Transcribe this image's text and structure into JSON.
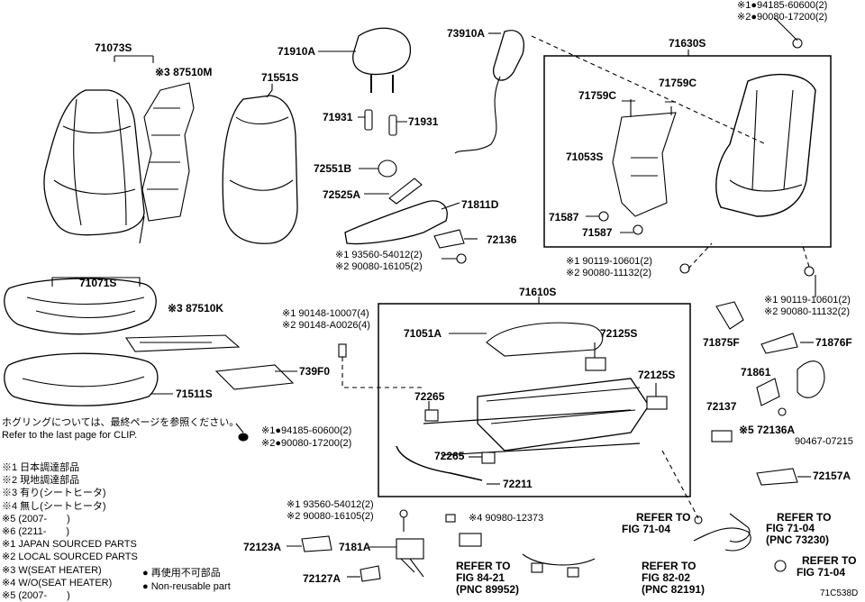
{
  "labels": {
    "p71073S": "71073S",
    "p87510M": "※3 87510M",
    "p71551S": "71551S",
    "p71910A": "71910A",
    "p73910A": "73910A",
    "p71630S": "71630S",
    "p94185top": "※1●94185-60600(2)",
    "p90080top": "※2●90080-17200(2)",
    "p71931a": "71931",
    "p71931b": "71931",
    "p71759Ca": "71759C",
    "p71759Cb": "71759C",
    "p72551B": "72551B",
    "p71053S": "71053S",
    "p72525A": "72525A",
    "p71811D": "71811D",
    "p71587a": "71587",
    "p71587b": "71587",
    "p72136": "72136",
    "p93560a": "※1 93560-54012(2)",
    "p90080a": "※2 90080-16105(2)",
    "p90119a": "※1 90119-10601(2)",
    "p290080a": "※2 90080-11132(2)",
    "p71071S": "71071S",
    "p87510K": "※3 87510K",
    "p90148a": "※1 90148-10007(4)",
    "p90148b": "※2 90148-A0026(4)",
    "p71610S": "71610S",
    "p90119b": "※1 90119-10601(2)",
    "p290080b": "※2 90080-11132(2)",
    "p71051A": "71051A",
    "p72125Sa": "72125S",
    "p71875F": "71875F",
    "p71876F": "71876F",
    "p739F0": "739F0",
    "p71511S": "71511S",
    "p72125Sb": "72125S",
    "p72265a": "72265",
    "p71861": "71861",
    "p72137": "72137",
    "p72136A": "※5 72136A",
    "p90467": "90467-07215",
    "p94185b": "※1●94185-60600(2)",
    "p90080b": "※2●90080-17200(2)",
    "p72265b": "72265",
    "p72157A": "72157A",
    "p72211": "72211",
    "p93560b": "※1 93560-54012(2)",
    "p290080c": "※2 90080-16105(2)",
    "p90980": "※4 90980-12373",
    "p72123A": "72123A",
    "p7181A": "7181A",
    "p72127A": "72127A",
    "ref1a": "REFER TO",
    "ref1b": "FIG 71-04",
    "ref2a": "REFER TO",
    "ref2b": "FIG 71-04",
    "ref2c": "(PNC 73230)",
    "ref3a": "REFER TO",
    "ref3b": "FIG 84-21",
    "ref3c": "(PNC 89952)",
    "ref4a": "REFER TO",
    "ref4b": "FIG 82-02",
    "ref4c": "(PNC 82191)",
    "ref5a": "REFER TO",
    "ref5b": "FIG 71-04",
    "code": "71C538D"
  },
  "clip_note_jp": "ホグリングについては、最終ページを参照ください。",
  "clip_note_en": "Refer to the last page for CLIP.",
  "notes": [
    "※1 日本調達部品",
    "※2 現地調達部品",
    "※3 有り(シートヒータ)",
    "※4 無し(シートヒータ)",
    "※5 (2007-　　)",
    "※6 (2211-　　)",
    "※1 JAPAN SOURCED PARTS",
    "※2 LOCAL SOURCED PARTS",
    "※3 W(SEAT HEATER)",
    "※4 W/O(SEAT HEATER)",
    "※5 (2007-　　)"
  ],
  "legend_jp": "● 再使用不可部品",
  "legend_en": "● Non-reusable part"
}
